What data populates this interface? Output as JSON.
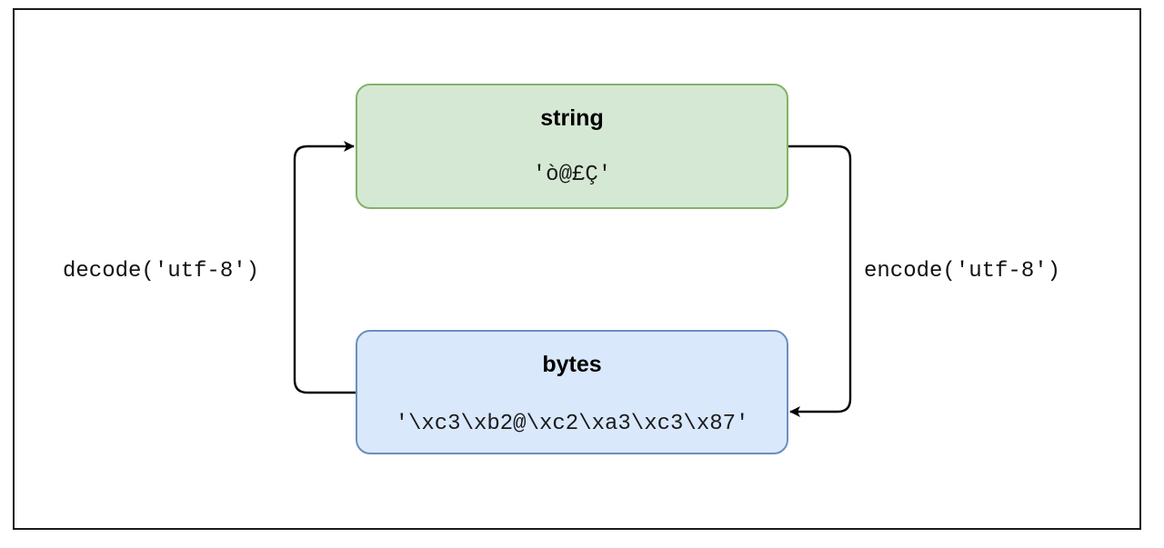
{
  "diagram": {
    "nodes": {
      "string": {
        "title": "string",
        "value": "'ò@£Ç'",
        "fill": "#d5e8d4",
        "stroke": "#82b366"
      },
      "bytes": {
        "title": "bytes",
        "value": "'\\xc3\\xb2@\\xc2\\xa3\\xc3\\x87'",
        "fill": "#dae8fc",
        "stroke": "#6c8ebf"
      }
    },
    "edges": {
      "encode": {
        "label": "encode('utf-8')",
        "from": "string",
        "to": "bytes"
      },
      "decode": {
        "label": "decode('utf-8')",
        "from": "bytes",
        "to": "string"
      }
    },
    "colors": {
      "frame": "#1a1a1a",
      "connector": "#000000"
    }
  }
}
